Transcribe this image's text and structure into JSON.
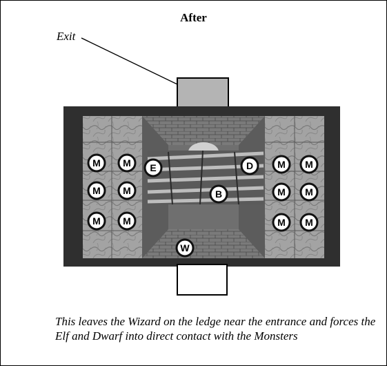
{
  "title": "After",
  "exit_label": "Exit",
  "caption": "This leaves the Wizard on the ledge near the entrance and forces the Elf and Dwarf into direct contact with the Monsters",
  "colors": {
    "wall": "#2f2f2f",
    "floor": "#a7a7a7",
    "corridor": "#6e6e6e",
    "exit_box": "#b4b4b4",
    "entrance_box": "#ffffff",
    "token_fill": "#ffffff",
    "token_stroke": "#111111"
  },
  "tokens": {
    "monster": "M",
    "elf": "E",
    "dwarf": "D",
    "barbarian": "B",
    "wizard": "W"
  }
}
